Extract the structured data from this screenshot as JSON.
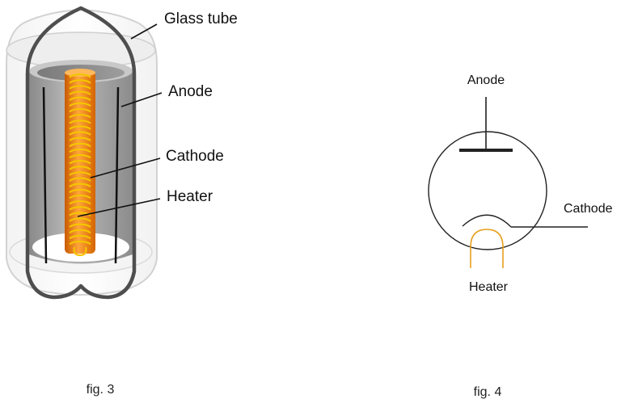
{
  "figures": [
    {
      "caption": "fig. 3",
      "labels": {
        "glass_tube": "Glass tube",
        "anode": "Anode",
        "cathode": "Cathode",
        "heater": "Heater"
      }
    },
    {
      "caption": "fig. 4",
      "labels": {
        "anode": "Anode",
        "cathode": "Cathode",
        "heater": "Heater"
      }
    }
  ],
  "colors": {
    "glass_outline": "#555555",
    "anode_gray": "#9a9a9a",
    "cathode_orange": "#f08a1a",
    "heater_gold": "#f5c400",
    "schematic_heater": "#e8a020",
    "schematic_line": "#222222"
  }
}
